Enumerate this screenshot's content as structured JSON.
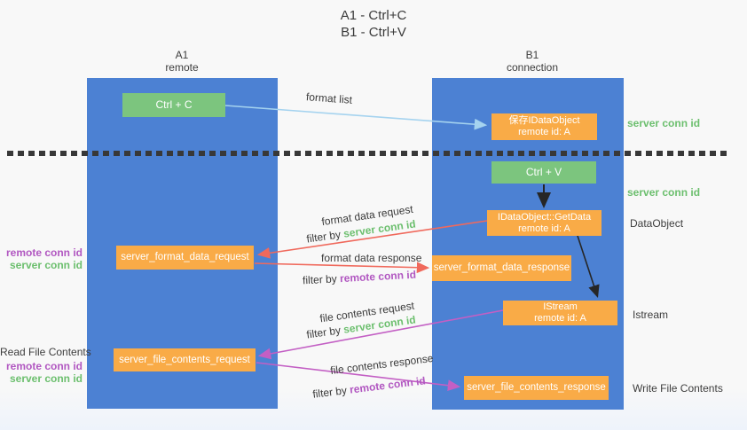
{
  "title": {
    "line1": "A1 - Ctrl+C",
    "line2": "B1 - Ctrl+V"
  },
  "lanes": {
    "a1": {
      "name": "A1",
      "subtitle": "remote"
    },
    "b1": {
      "name": "B1",
      "subtitle": "connection"
    }
  },
  "nodes": {
    "ctrl_c": "Ctrl + C",
    "ctrl_v": "Ctrl + V",
    "save_dataobject": {
      "line1": "保存IDataObject",
      "line2": "remote id: A"
    },
    "getdata": {
      "line1": "IDataObject::GetData",
      "line2": "remote id: A"
    },
    "istream": {
      "line1": "IStream",
      "line2": "remote id: A"
    },
    "server_format_data_request": "server_format_data_request",
    "server_format_data_response": "server_format_data_response",
    "server_file_contents_request": "server_file_contents_request",
    "server_file_contents_response": "server_file_contents_response"
  },
  "edge_labels": {
    "format_list": "format list",
    "format_data_request": "format data request",
    "format_data_response": "format data response",
    "file_contents_request": "file contents request",
    "file_contents_response": "file contents response",
    "filter_by": "filter by "
  },
  "conn_ids": {
    "server": "server conn id",
    "remote": "remote conn id"
  },
  "side_labels": {
    "read_file_contents": "Read File Contents",
    "write_file_contents": "Write File Contents",
    "dataobject": "DataObject",
    "istream": "Istream"
  },
  "colors": {
    "lane_blue": "#4c81d3",
    "box_orange": "#f9ab47",
    "box_green": "#7cc57e",
    "arrow_blue": "#a5d3ef",
    "arrow_red": "#f0695c",
    "arrow_magenta": "#c35fc4",
    "arrow_black": "#262626",
    "text_green": "#6cbf6e",
    "text_purple": "#b157c1",
    "text_dark": "#3d3d3d"
  }
}
